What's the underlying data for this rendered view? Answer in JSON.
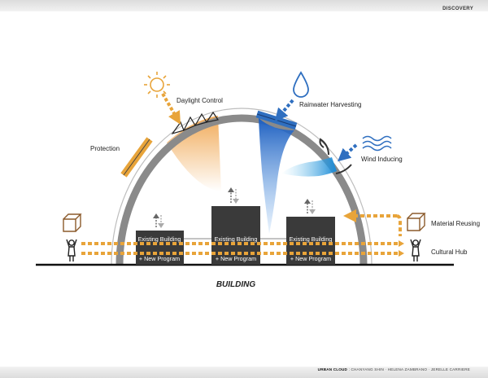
{
  "header": {
    "section": "DISCOVERY"
  },
  "labels": {
    "daylight": "Daylight Control",
    "rainwater": "Rainwater Harvesting",
    "protection": "Protection",
    "wind": "Wind Inducing",
    "material": "Material Reusing",
    "cultural": "Cultural Hub"
  },
  "buildings": [
    {
      "line1": "Existing Building",
      "line2": "+ New Program"
    },
    {
      "line1": "Existing Building",
      "line2": "+ New Program"
    },
    {
      "line1": "Existing Building",
      "line2": "+ New Program"
    }
  ],
  "title": "BUILDING",
  "footer": {
    "project": "URBAN CLOUD",
    "authors": "CHANYANG SHIN · HELENA ZAMBRANO · JERELLE CARRIERE"
  },
  "colors": {
    "dome": "#8a8a8a",
    "orange": "#e8a43a",
    "blue": "#2f6fc0",
    "building": "#3a3a3a"
  }
}
